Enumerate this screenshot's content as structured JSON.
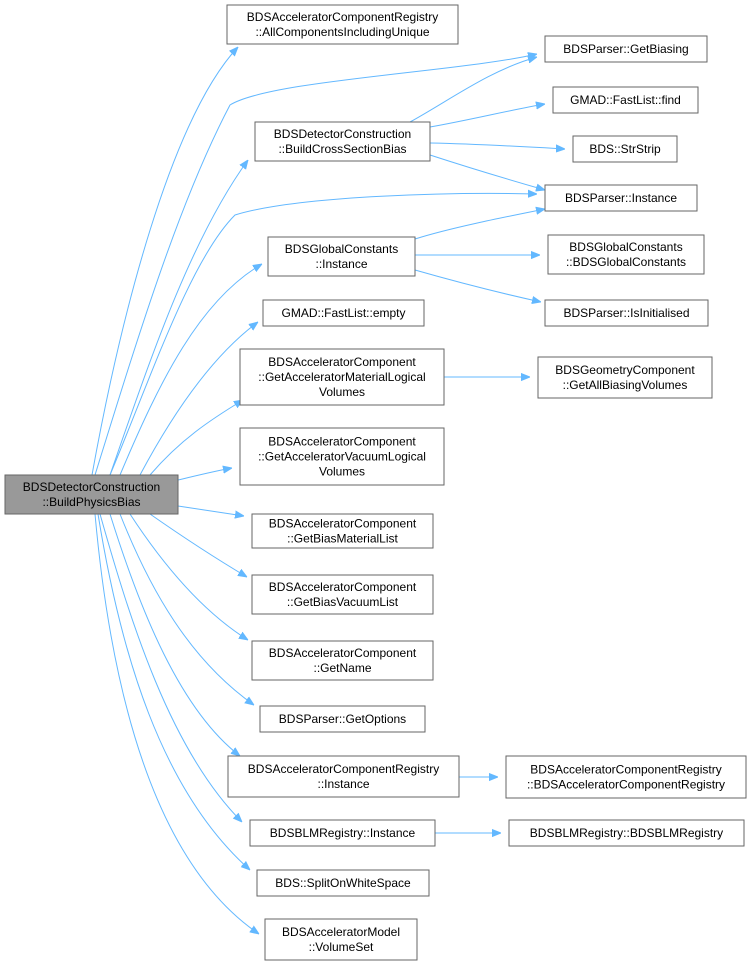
{
  "nodes": {
    "root": [
      "BDSDetectorConstruction",
      "::BuildPhysicsBias"
    ],
    "n1": [
      "BDSAcceleratorComponentRegistry",
      "::AllComponentsIncludingUnique"
    ],
    "n2": [
      "BDSParser::GetBiasing"
    ],
    "n3": [
      "BDSDetectorConstruction",
      "::BuildCrossSectionBias"
    ],
    "n4": [
      "GMAD::FastList::find"
    ],
    "n5": [
      "BDS::StrStrip"
    ],
    "n6": [
      "BDSParser::Instance"
    ],
    "n7": [
      "BDSGlobalConstants",
      "::Instance"
    ],
    "n8": [
      "BDSGlobalConstants",
      "::BDSGlobalConstants"
    ],
    "n9": [
      "BDSParser::IsInitialised"
    ],
    "n10": [
      "GMAD::FastList::empty"
    ],
    "n11": [
      "BDSAcceleratorComponent",
      "::GetAcceleratorMaterialLogical",
      "Volumes"
    ],
    "n12": [
      "BDSGeometryComponent",
      "::GetAllBiasingVolumes"
    ],
    "n13": [
      "BDSAcceleratorComponent",
      "::GetAcceleratorVacuumLogical",
      "Volumes"
    ],
    "n14": [
      "BDSAcceleratorComponent",
      "::GetBiasMaterialList"
    ],
    "n15": [
      "BDSAcceleratorComponent",
      "::GetBiasVacuumList"
    ],
    "n16": [
      "BDSAcceleratorComponent",
      "::GetName"
    ],
    "n17": [
      "BDSParser::GetOptions"
    ],
    "n18": [
      "BDSAcceleratorComponentRegistry",
      "::Instance"
    ],
    "n19": [
      "BDSAcceleratorComponentRegistry",
      "::BDSAcceleratorComponentRegistry"
    ],
    "n20": [
      "BDSBLMRegistry::Instance"
    ],
    "n21": [
      "BDSBLMRegistry::BDSBLMRegistry"
    ],
    "n22": [
      "BDS::SplitOnWhiteSpace"
    ],
    "n23": [
      "BDSAcceleratorModel",
      "::VolumeSet"
    ]
  },
  "edges": [
    [
      "root",
      "n1"
    ],
    [
      "root",
      "n2"
    ],
    [
      "root",
      "n3"
    ],
    [
      "root",
      "n6"
    ],
    [
      "root",
      "n7"
    ],
    [
      "root",
      "n10"
    ],
    [
      "root",
      "n11"
    ],
    [
      "root",
      "n13"
    ],
    [
      "root",
      "n14"
    ],
    [
      "root",
      "n15"
    ],
    [
      "root",
      "n16"
    ],
    [
      "root",
      "n17"
    ],
    [
      "root",
      "n18"
    ],
    [
      "root",
      "n20"
    ],
    [
      "root",
      "n22"
    ],
    [
      "root",
      "n23"
    ],
    [
      "n3",
      "n2"
    ],
    [
      "n3",
      "n4"
    ],
    [
      "n3",
      "n5"
    ],
    [
      "n3",
      "n6"
    ],
    [
      "n7",
      "n6"
    ],
    [
      "n7",
      "n8"
    ],
    [
      "n7",
      "n9"
    ],
    [
      "n11",
      "n12"
    ],
    [
      "n18",
      "n19"
    ],
    [
      "n20",
      "n21"
    ]
  ],
  "colors": {
    "edge": "#63b8ff",
    "root_fill": "#999999",
    "border": "#666666"
  }
}
